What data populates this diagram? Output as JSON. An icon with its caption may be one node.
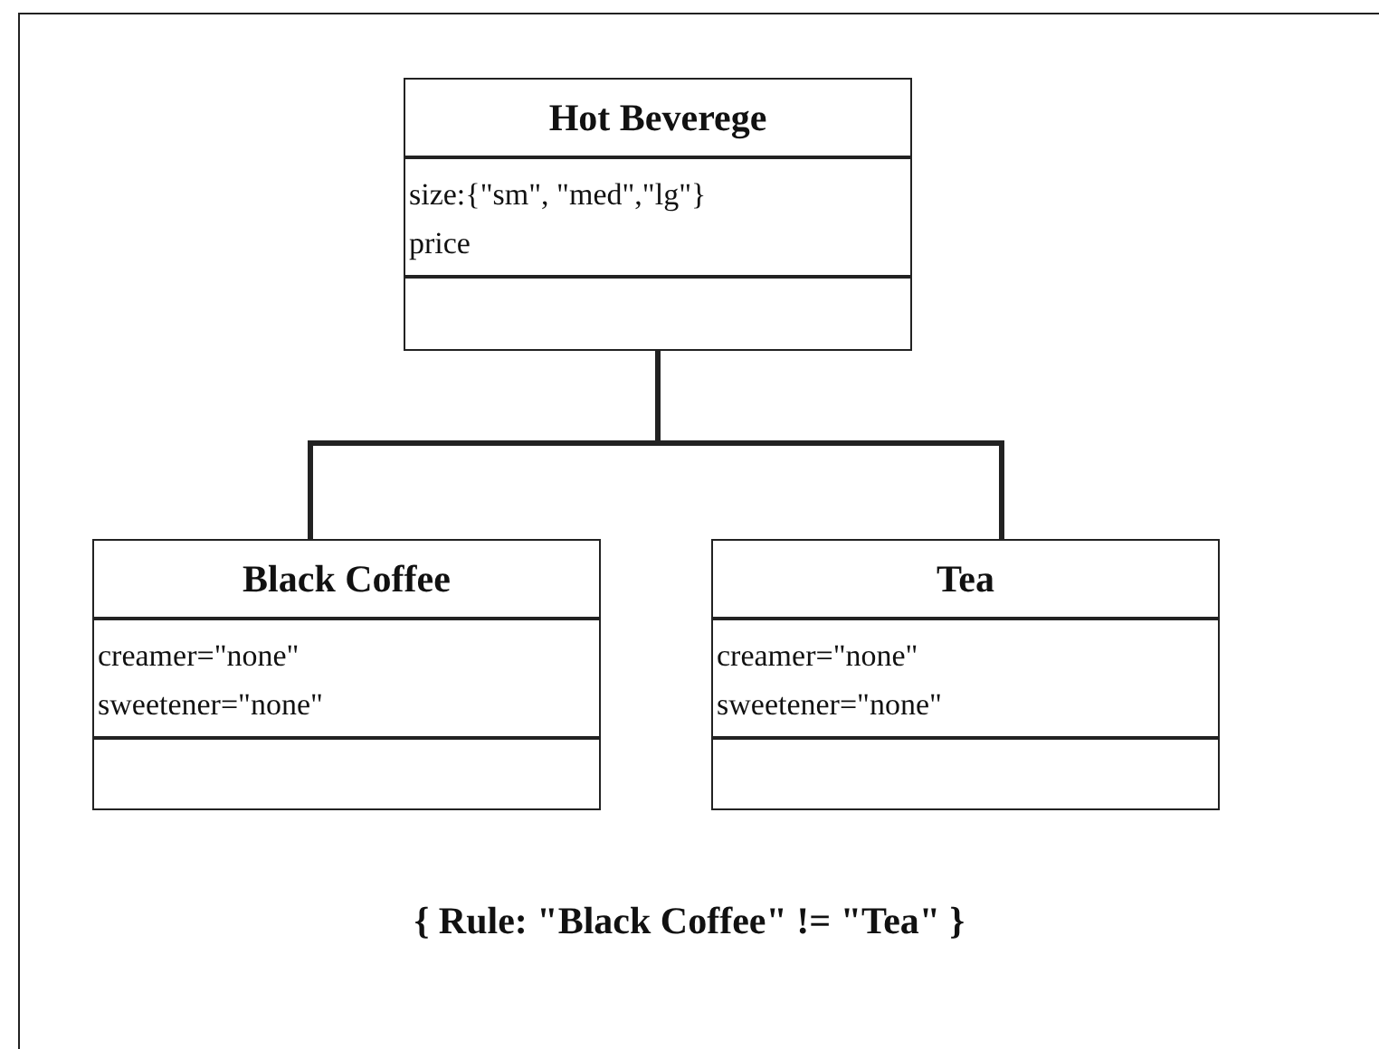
{
  "diagram": {
    "nodes": [
      {
        "text": [
          "Hot Beverege",
          "size:{\"sm\", \"med\",\"lg\"}",
          "price"
        ]
      },
      {
        "text": [
          "Black Coffee",
          "creamer=\"none\"",
          "sweetener=\"none\""
        ]
      },
      {
        "text": [
          "Tea",
          "creamer=\"none\"",
          "sweetener=\"none\""
        ]
      }
    ],
    "edges": [
      {
        "from": 0,
        "to": 1,
        "arrow": "none"
      },
      {
        "from": 0,
        "to": 2,
        "arrow": "none"
      }
    ],
    "labels": [
      "{ Rule: \"Black Coffee\" != \"Tea\" }"
    ]
  }
}
